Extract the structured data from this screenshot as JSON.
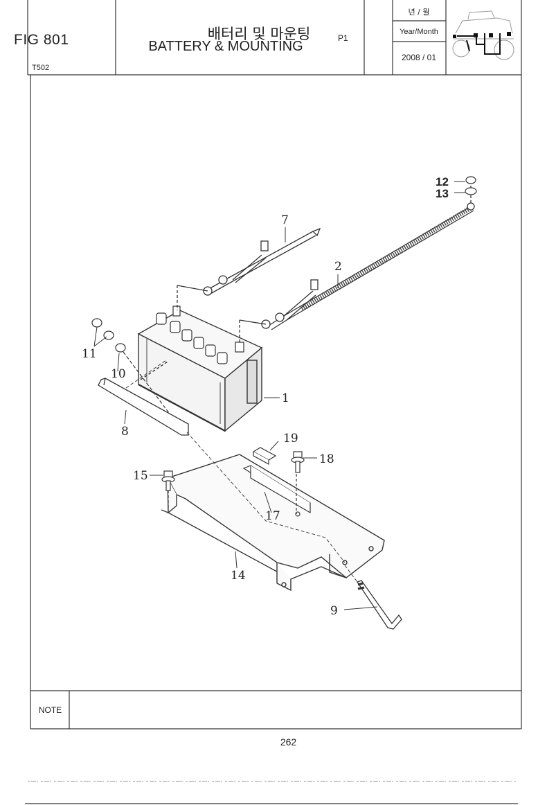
{
  "header": {
    "fig_label": "FIG 801",
    "model_code": "T502",
    "title_korean": "배터리 및 마운팅",
    "title_english": "BATTERY & MOUNTING",
    "page_code": "P1",
    "year_month_korean": "년 / 월",
    "year_month_english": "Year/Month",
    "date": "2008 / 01"
  },
  "callouts": [
    "1",
    "2",
    "7",
    "8",
    "9",
    "10",
    "11",
    "12",
    "13",
    "14",
    "15",
    "17",
    "18",
    "19"
  ],
  "note": {
    "label": "NOTE"
  },
  "page_number": "262"
}
